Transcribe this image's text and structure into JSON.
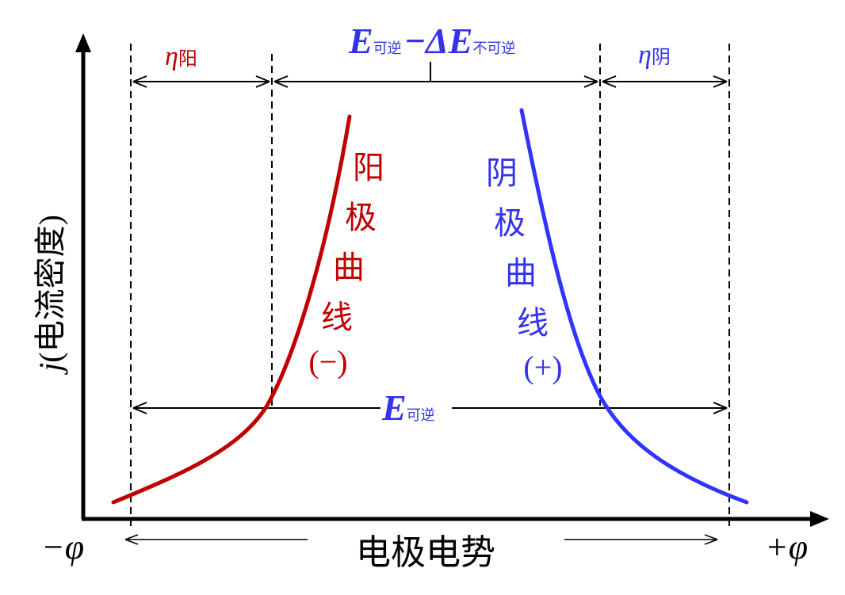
{
  "colors": {
    "axis": "#000000",
    "anode": "#c00000",
    "cathode": "#3333ff",
    "label_blue": "#3333ee"
  },
  "axes": {
    "y_label_italic": "j",
    "y_label_rest": "(电流密度)",
    "x_label": "电极电势",
    "x_minus": "−φ",
    "x_plus": "+φ"
  },
  "annotations": {
    "eta_symbol": "η",
    "eta_anode_sub": "阳",
    "eta_cathode_sub": "阴",
    "top_E_main": "E",
    "top_E_sub": "可逆",
    "top_minus": "−",
    "top_delta": "ΔE",
    "top_delta_sub": "不可逆",
    "bottom_E_main": "E",
    "bottom_E_sub": "可逆"
  },
  "curves": {
    "anode_label": [
      "阳",
      "极",
      "曲",
      "线"
    ],
    "anode_sign": "(−)",
    "cathode_label": [
      "阴",
      "极",
      "曲",
      "线"
    ],
    "cathode_sign": "(+)"
  }
}
